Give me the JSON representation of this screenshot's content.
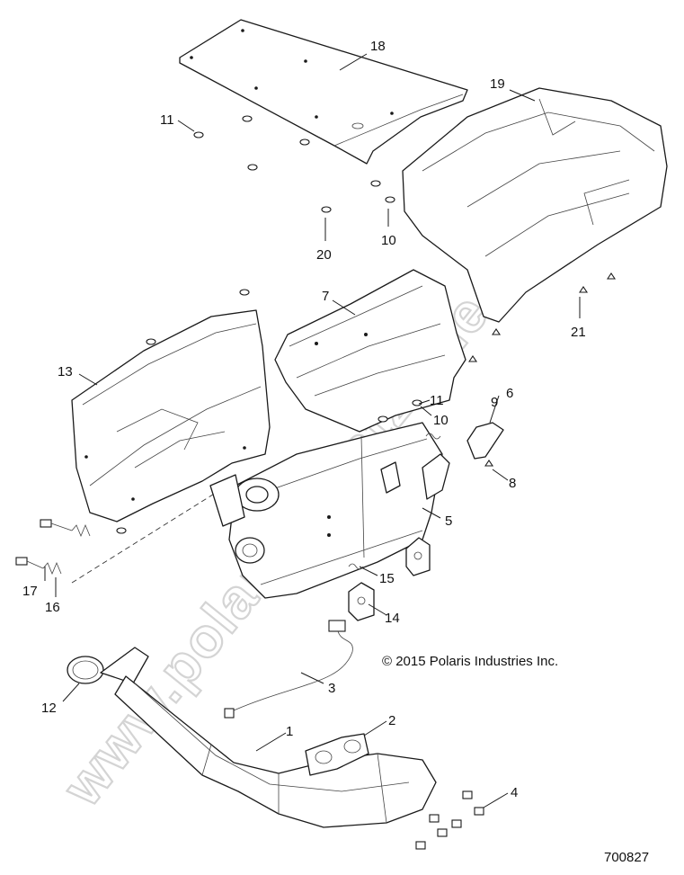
{
  "diagram": {
    "watermark": "www.polarisersatzteile.de",
    "copyright": "© 2015 Polaris Industries Inc.",
    "drawing_number": "700827",
    "callouts": {
      "c1": "1",
      "c2": "2",
      "c3": "3",
      "c4": "4",
      "c5": "5",
      "c6": "6",
      "c7": "7",
      "c8": "8",
      "c9": "9",
      "c10a": "10",
      "c10b": "10",
      "c11a": "11",
      "c11b": "11",
      "c12": "12",
      "c13": "13",
      "c14": "14",
      "c15": "15",
      "c16": "16",
      "c17": "17",
      "c18": "18",
      "c19": "19",
      "c20": "20",
      "c21": "21"
    }
  }
}
